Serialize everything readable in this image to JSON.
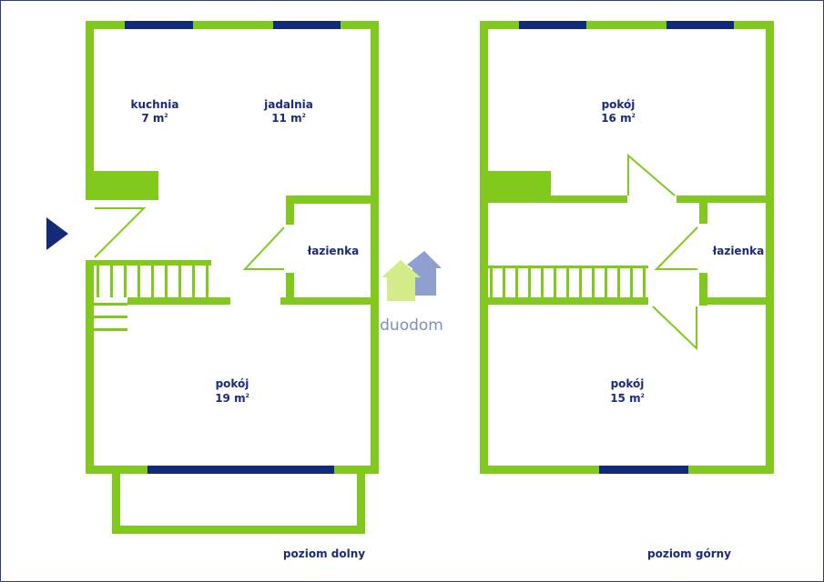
{
  "colors": {
    "wall": "#82c91e",
    "window": "#132a78",
    "text": "#1b2a7a",
    "logo_green": "#d4ec8a",
    "logo_blue": "#8e9fd0"
  },
  "levels": {
    "lower": {
      "caption": "poziom dolny",
      "rooms": [
        {
          "name": "kuchnia",
          "area": "7 m",
          "unit_sup": "2"
        },
        {
          "name": "jadalnia",
          "area": "11 m",
          "unit_sup": "2"
        },
        {
          "name": "łazienka"
        },
        {
          "name": "pokój",
          "area": "19 m",
          "unit_sup": "2"
        }
      ]
    },
    "upper": {
      "caption": "poziom górny",
      "rooms": [
        {
          "name": "pokój",
          "area": "16 m",
          "unit_sup": "2"
        },
        {
          "name": "łazienka"
        },
        {
          "name": "pokój",
          "area": "15 m",
          "unit_sup": "2"
        }
      ]
    }
  },
  "logo": {
    "text": "duodom",
    "icon": "house-logo-icon"
  },
  "entrance": {
    "icon": "entrance-arrow-icon"
  }
}
